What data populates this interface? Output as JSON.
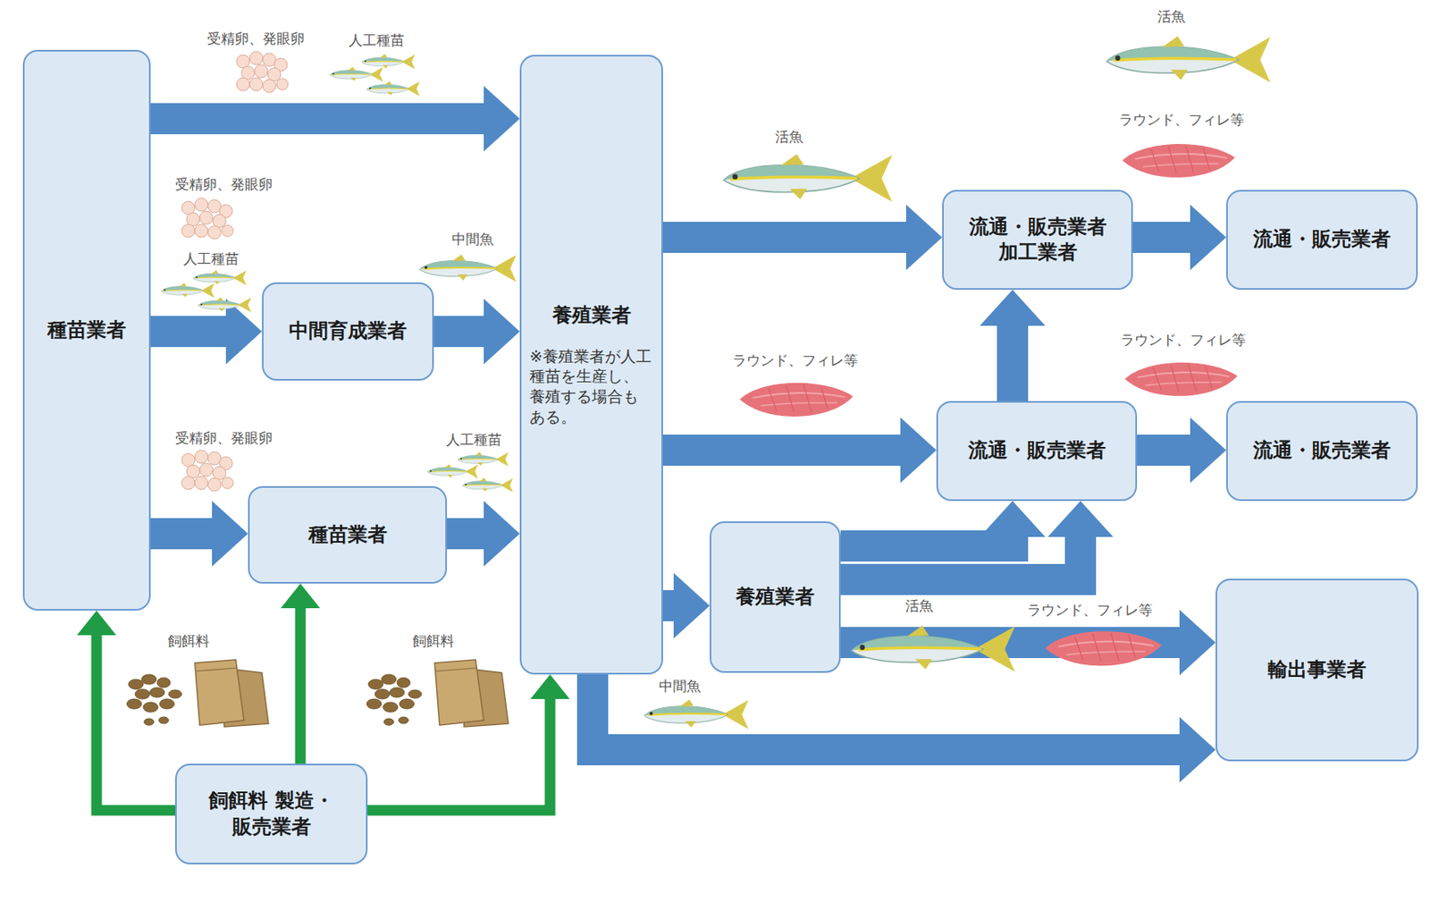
{
  "diagram": {
    "nodes": [
      {
        "text": [
          "種苗業者"
        ]
      },
      {
        "text": [
          "中間育成業者"
        ]
      },
      {
        "text": [
          "種苗業者"
        ]
      },
      {
        "text": [
          "養殖業者",
          "※養殖業者が人工種苗を生産し、養殖する場合もある。"
        ]
      },
      {
        "text": [
          "流通・販売業者 加工業者"
        ]
      },
      {
        "text": [
          "流通・販売業者"
        ]
      },
      {
        "text": [
          "流通・販売業者"
        ]
      },
      {
        "text": [
          "流通・販売業者"
        ]
      },
      {
        "text": [
          "養殖業者"
        ]
      },
      {
        "text": [
          "輸出事業者"
        ]
      },
      {
        "text": [
          "飼餌料 製造・販売業者"
        ]
      }
    ],
    "edges": [
      {
        "from": 0,
        "to": 3,
        "arrow": "to"
      },
      {
        "from": 0,
        "to": 1,
        "arrow": "to"
      },
      {
        "from": 1,
        "to": 3,
        "arrow": "to"
      },
      {
        "from": 0,
        "to": 2,
        "arrow": "to"
      },
      {
        "from": 2,
        "to": 3,
        "arrow": "to"
      },
      {
        "from": 3,
        "to": 4,
        "arrow": "to"
      },
      {
        "from": 3,
        "to": 6,
        "arrow": "to"
      },
      {
        "from": 3,
        "to": 8,
        "arrow": "to"
      },
      {
        "from": 3,
        "to": 9,
        "arrow": "to"
      },
      {
        "from": 4,
        "to": 5,
        "arrow": "to"
      },
      {
        "from": 6,
        "to": 7,
        "arrow": "to"
      },
      {
        "from": 6,
        "to": 4,
        "arrow": "to"
      },
      {
        "from": 8,
        "to": 6,
        "arrow": "to"
      },
      {
        "from": 8,
        "to": 6,
        "arrow": "to"
      },
      {
        "from": 8,
        "to": 9,
        "arrow": "to"
      },
      {
        "from": 10,
        "to": 0,
        "arrow": "to"
      },
      {
        "from": 10,
        "to": 2,
        "arrow": "to"
      },
      {
        "from": 10,
        "to": 3,
        "arrow": "to"
      }
    ],
    "labels": [
      "受精卵、発眼卵",
      "人工種苗",
      "受精卵、発眼卵",
      "人工種苗",
      "中間魚",
      "受精卵、発眼卵",
      "人工種苗",
      "飼餌料",
      "飼餌料",
      "活魚",
      "ラウンド、フィレ等",
      "活魚",
      "ラウンド、フィレ等",
      "ラウンド、フィレ等",
      "活魚",
      "ラウンド、フィレ等",
      "中間魚"
    ]
  }
}
